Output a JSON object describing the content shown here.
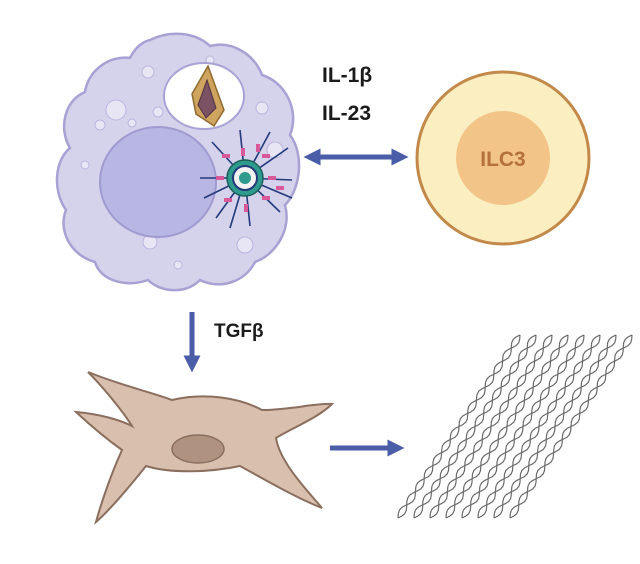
{
  "labels": {
    "il1b": "IL-1β",
    "il23": "IL-23",
    "ilc3": "ILC3",
    "tgfb": "TGFβ"
  },
  "colors": {
    "arrow": "#4a5ea8",
    "macrophage_fill": "#d5d2ec",
    "macrophage_stroke": "#a7a2d3",
    "nucleus": "#b8b6e2",
    "ilc3_outer": "#fbeec0",
    "ilc3_inner": "#f2c488",
    "ilc3_stroke": "#c2894a",
    "fibroblast_fill": "#d9bfae",
    "fibroblast_stroke": "#8a6e5e",
    "fibroblast_nucleus": "#b09280",
    "collagen": "#6b6b6b"
  },
  "icons": {
    "macrophage": "macrophage-cell-icon",
    "ilc3": "ilc3-cell-icon",
    "fibroblast": "fibroblast-cell-icon",
    "collagen": "collagen-fibers-icon"
  }
}
